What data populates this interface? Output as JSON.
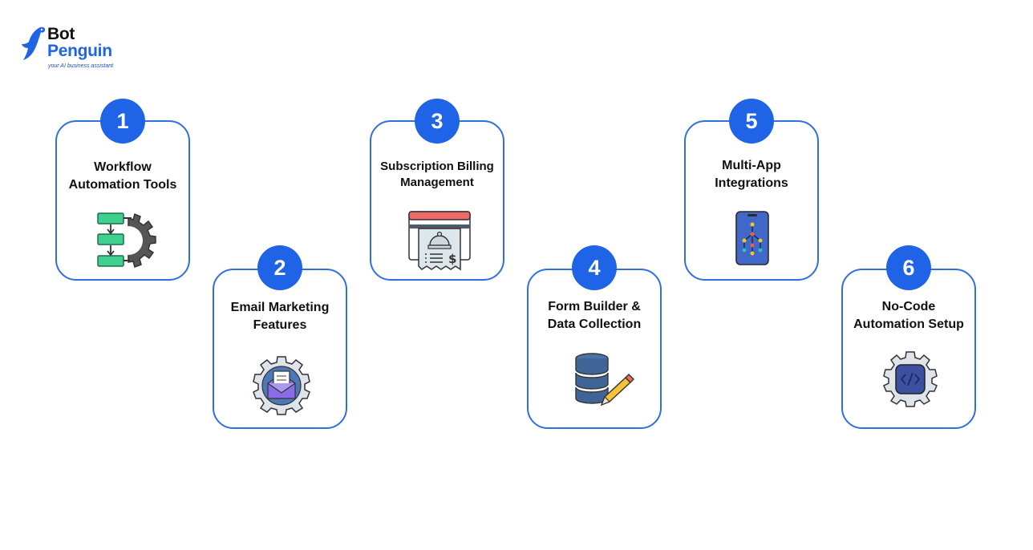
{
  "brand": {
    "name_line1": "Bot",
    "name_line2": "Penguin",
    "tagline": "your AI business assistant",
    "primary_color": "#1f63e6",
    "border_color": "#2f6fe0"
  },
  "steps": [
    {
      "number": "1",
      "title_line1": "Workflow",
      "title_line2": "Automation Tools",
      "icon": "workflow-gear-icon"
    },
    {
      "number": "2",
      "title_line1": "Email Marketing",
      "title_line2": "Features",
      "icon": "email-gear-icon"
    },
    {
      "number": "3",
      "title_line1": "Subscription Billing",
      "title_line2": "Management",
      "icon": "billing-receipt-icon"
    },
    {
      "number": "4",
      "title_line1": "Form Builder &",
      "title_line2": "Data Collection",
      "icon": "database-pencil-icon"
    },
    {
      "number": "5",
      "title_line1": "Multi-App",
      "title_line2": "Integrations",
      "icon": "phone-network-icon"
    },
    {
      "number": "6",
      "title_line1": "No-Code",
      "title_line2": "Automation Setup",
      "icon": "code-gear-icon"
    }
  ]
}
